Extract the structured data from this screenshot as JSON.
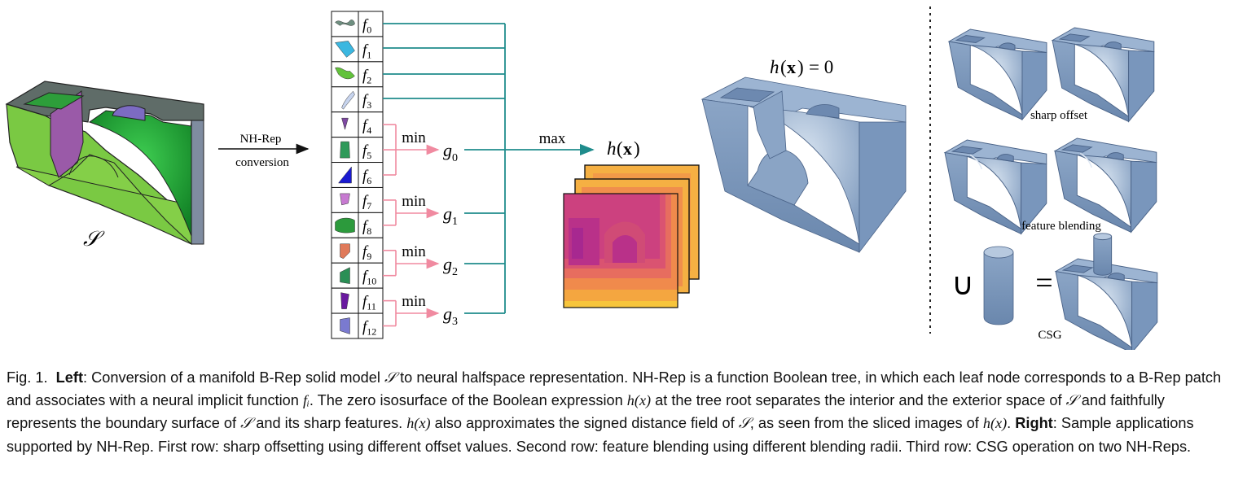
{
  "figure": {
    "solid_label": "𝒮",
    "conversion_label_1": "NH-Rep",
    "conversion_label_2": "conversion",
    "leaves": [
      {
        "name": "f",
        "sub": "0"
      },
      {
        "name": "f",
        "sub": "1"
      },
      {
        "name": "f",
        "sub": "2"
      },
      {
        "name": "f",
        "sub": "3"
      },
      {
        "name": "f",
        "sub": "4"
      },
      {
        "name": "f",
        "sub": "5"
      },
      {
        "name": "f",
        "sub": "6"
      },
      {
        "name": "f",
        "sub": "7"
      },
      {
        "name": "f",
        "sub": "8"
      },
      {
        "name": "f",
        "sub": "9"
      },
      {
        "name": "f",
        "sub": "10"
      },
      {
        "name": "f",
        "sub": "11"
      },
      {
        "name": "f",
        "sub": "12"
      }
    ],
    "min_label": "min",
    "max_label": "max",
    "groups": [
      {
        "name": "g",
        "sub": "0"
      },
      {
        "name": "g",
        "sub": "1"
      },
      {
        "name": "g",
        "sub": "2"
      },
      {
        "name": "g",
        "sub": "3"
      }
    ],
    "h_label": "h(x)",
    "isosurface_label": "h(x) = 0",
    "sharp_offset_label": "sharp offset",
    "feature_blending_label": "feature blending",
    "csg_label": "CSG",
    "union_symbol": "∪",
    "equals_symbol": "="
  },
  "caption": {
    "fig_number": "Fig. 1.",
    "left_heading": "Left",
    "left_text_1": ": Conversion of a manifold B-Rep solid model ",
    "s1": "𝒮",
    "left_text_2": " to neural halfspace representation. NH-Rep is a function Boolean tree, in which each leaf node corresponds to a B-Rep patch and associates with a neural implicit function ",
    "fi": "fᵢ",
    "left_text_3": ". The zero isosurface of the Boolean expression ",
    "hx1": "h(x)",
    "left_text_4": " at the tree root separates the interior and the exterior space of ",
    "s2": "𝒮",
    "left_text_5": " and faithfully represents the boundary surface of ",
    "s3": "𝒮",
    "left_text_6": " and its sharp features. ",
    "hx2": "h(x)",
    "left_text_7": " also approximates the signed distance field of ",
    "s4": "𝒮",
    "left_text_8": ", as seen from the sliced images of ",
    "hx3": "h(x)",
    "left_text_9": ". ",
    "right_heading": "Right",
    "right_text": ": Sample applications supported by NH-Rep. First row: sharp offsetting using different offset values. Second row: feature blending using different blending radii. Third row: CSG operation on two NH-Reps."
  },
  "colors": {
    "tree_lines": "#1f8c8c",
    "min_lines": "#f08aa0",
    "solid_green": "#7ac943",
    "solid_dark_green": "#1c9a2c",
    "solid_purple": "#9a5aa8",
    "solid_top": "#5d6a66",
    "model_blue": "#8fa9c8",
    "model_blue_dark": "#6f8db3",
    "slice_orange": "#f4a640",
    "slice_magenta": "#c63c84"
  }
}
